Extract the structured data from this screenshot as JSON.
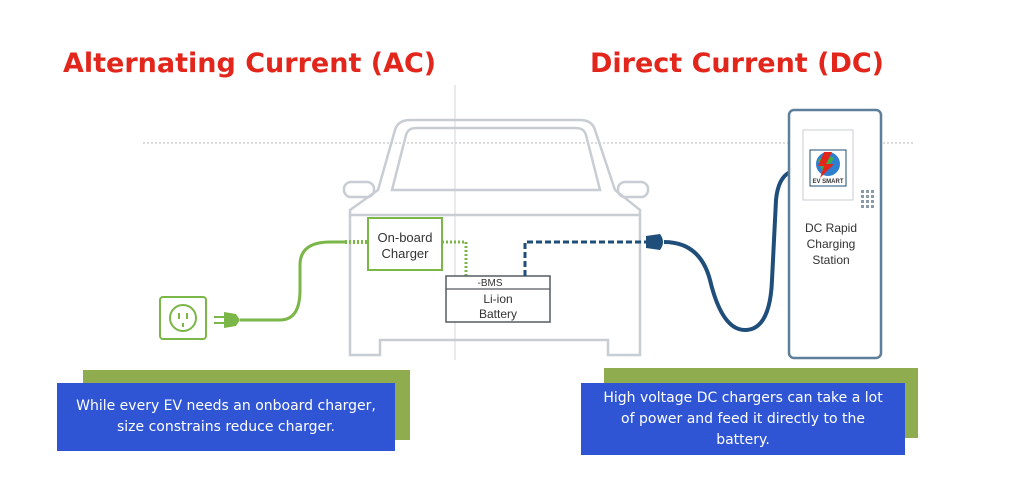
{
  "headings": {
    "ac": "Alternating Current (AC)",
    "dc": "Direct Current (DC)"
  },
  "diagram": {
    "onboard_charger_line1": "On-board",
    "onboard_charger_line2": "Charger",
    "bms_label": "-BMS",
    "battery_line1": "Li-ion",
    "battery_line2": "Battery",
    "station_line1": "DC Rapid",
    "station_line2": "Charging",
    "station_line3": "Station",
    "logo_text": "EV SMART"
  },
  "captions": {
    "ac": "While every EV needs an onboard charger,\nsize constrains reduce charger.",
    "dc": "High voltage DC chargers can take a lot\nof power and feed it directly to the\nbattery."
  },
  "colors": {
    "heading": "#e3261c",
    "ac_cable": "#7ab648",
    "dc_cable": "#1f4e7a",
    "caption_bg": "#2f55d4",
    "caption_shadow": "#8fac4e",
    "outline": "#c8cdd3"
  }
}
